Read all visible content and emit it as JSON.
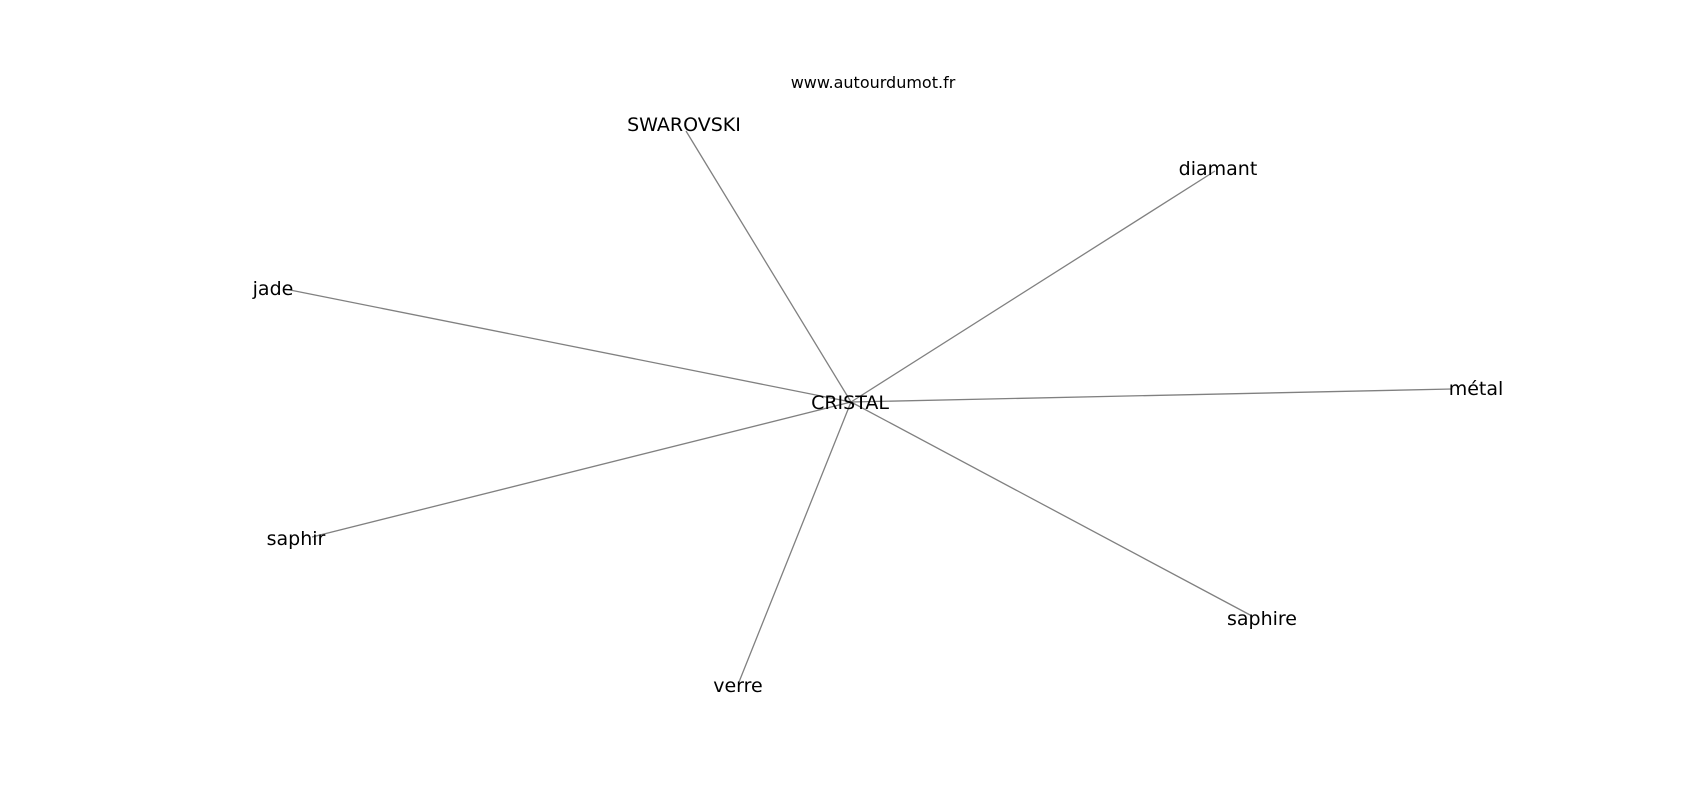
{
  "credit": "www.autourdumot.fr",
  "center": {
    "label": "CRISTAL"
  },
  "nodes": [
    {
      "id": "swarovski",
      "label": "SWAROVSKI"
    },
    {
      "id": "diamant",
      "label": "diamant"
    },
    {
      "id": "jade",
      "label": "jade"
    },
    {
      "id": "metal",
      "label": "métal"
    },
    {
      "id": "saphir",
      "label": "saphir"
    },
    {
      "id": "saphire",
      "label": "saphire"
    },
    {
      "id": "verre",
      "label": "verre"
    }
  ],
  "colors": {
    "edge": "#808080",
    "text": "#000000",
    "background": "#ffffff"
  }
}
